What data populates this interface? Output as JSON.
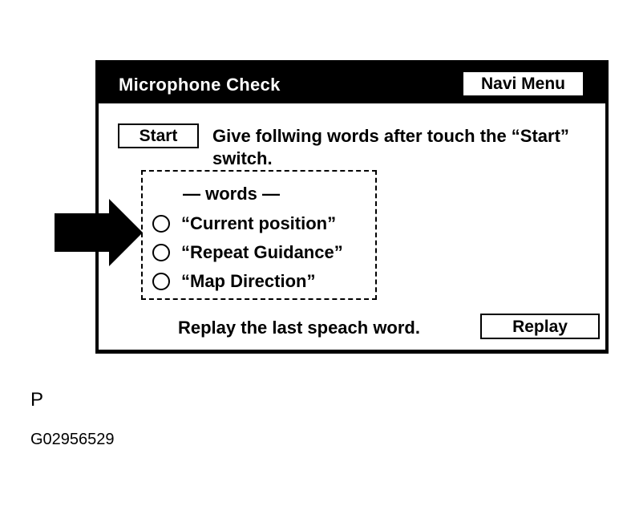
{
  "header": {
    "title": "Microphone Check",
    "navi_menu_label": "Navi Menu"
  },
  "start": {
    "button_label": "Start",
    "instruction_line1": "Give follwing words after touch the “Start”",
    "instruction_line2": "switch."
  },
  "words": {
    "heading": "— words —",
    "items": [
      {
        "label": "“Current position”"
      },
      {
        "label": "“Repeat Guidance”"
      },
      {
        "label": "“Map Direction”"
      }
    ]
  },
  "replay": {
    "description": "Replay the last speach word.",
    "button_label": "Replay"
  },
  "footer": {
    "letter": "P",
    "code": "G02956529"
  },
  "colors": {
    "frame": "#000000",
    "background": "#ffffff"
  }
}
